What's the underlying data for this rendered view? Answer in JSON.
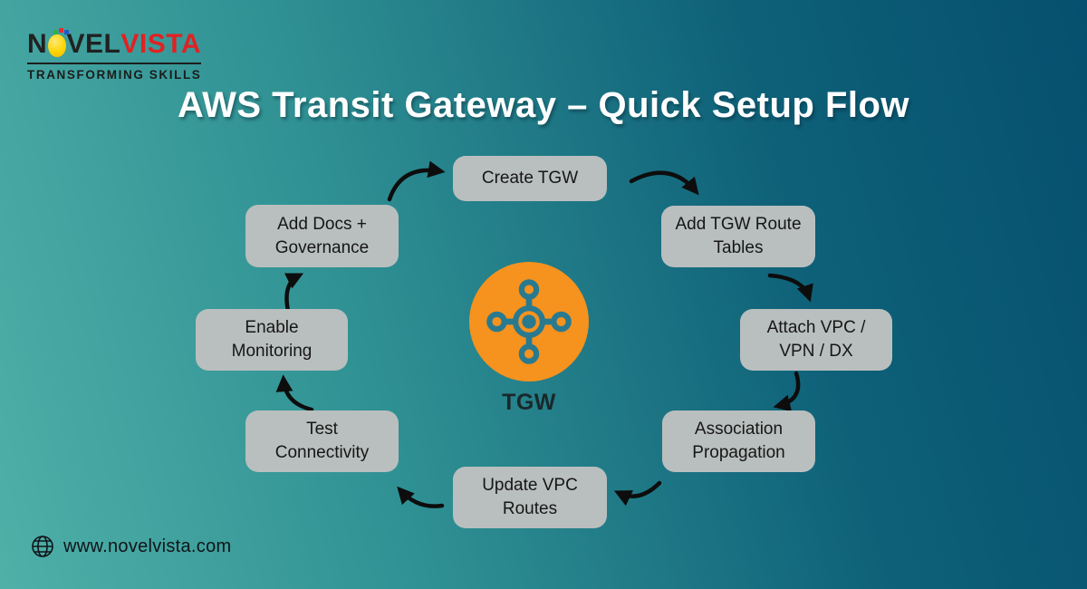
{
  "brand": {
    "logo_part1": "N",
    "logo_part2": "VEL",
    "logo_part3": "VISTA",
    "tagline": "TRANSFORMING SKILLS",
    "colors": {
      "dark": "#212121",
      "red": "#e02222",
      "yellow": "#ffd400"
    }
  },
  "header": {
    "title": "AWS Transit Gateway – Quick Setup Flow"
  },
  "diagram": {
    "box_color": "#b9bfbe",
    "arrow_color": "#0d0d0d",
    "center": {
      "label": "TGW",
      "circle_color": "#f6921e",
      "icon_color": "#2a7a8f",
      "icon": "transit-gateway-network-icon"
    },
    "steps": [
      {
        "id": 1,
        "label": "Create TGW"
      },
      {
        "id": 2,
        "label": "Add TGW Route\nTables"
      },
      {
        "id": 3,
        "label": "Attach VPC /\nVPN / DX"
      },
      {
        "id": 4,
        "label": "Association\nPropagation"
      },
      {
        "id": 5,
        "label": "Update VPC\nRoutes"
      },
      {
        "id": 6,
        "label": "Test\nConnectivity"
      },
      {
        "id": 7,
        "label": "Enable\nMonitoring"
      },
      {
        "id": 8,
        "label": "Add Docs +\nGovernance"
      }
    ]
  },
  "footer": {
    "website": "www.novelvista.com",
    "icon": "globe-icon"
  }
}
